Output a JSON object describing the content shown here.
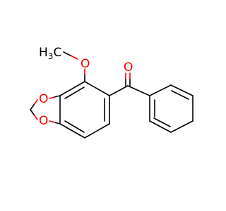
{
  "molecule": {
    "atoms": {
      "methyl": "H3C",
      "methoxy_oxygen": "O",
      "ketone_oxygen": "O",
      "dioxole_oxygen_upper": "O",
      "dioxole_oxygen_lower": "O"
    },
    "colors": {
      "carbon": "#000000",
      "oxygen": "#ff0000",
      "background": "#ffffff"
    }
  }
}
